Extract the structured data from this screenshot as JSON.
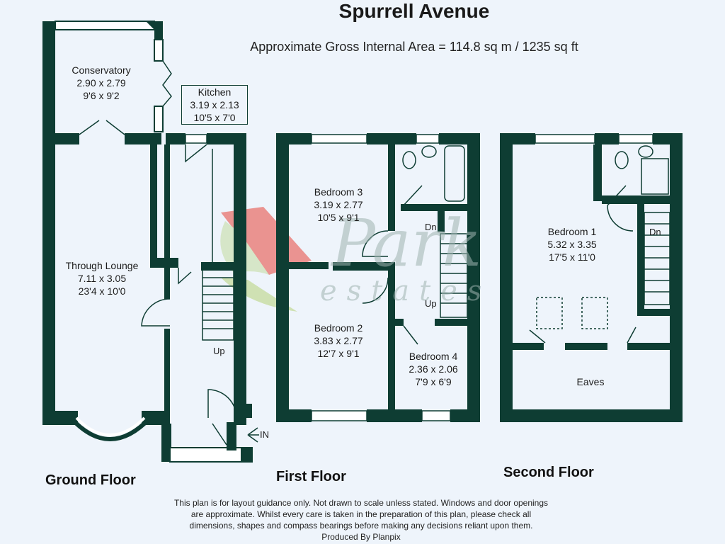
{
  "title": "Spurrell Avenue",
  "subtitle": "Approximate Gross Internal Area = 114.8 sq m / 1235 sq ft",
  "rooms": {
    "conservatory": {
      "name": "Conservatory",
      "metric": "2.90 x 2.79",
      "imperial": "9'6 x 9'2"
    },
    "kitchen": {
      "name": "Kitchen",
      "metric": "3.19 x 2.13",
      "imperial": "10'5 x 7'0"
    },
    "lounge": {
      "name": "Through Lounge",
      "metric": "7.11 x 3.05",
      "imperial": "23'4 x 10'0"
    },
    "bedroom3": {
      "name": "Bedroom 3",
      "metric": "3.19 x 2.77",
      "imperial": "10'5 x 9'1"
    },
    "bedroom2": {
      "name": "Bedroom 2",
      "metric": "3.83 x 2.77",
      "imperial": "12'7 x 9'1"
    },
    "bedroom4": {
      "name": "Bedroom 4",
      "metric": "2.36 x 2.06",
      "imperial": "7'9 x 6'9"
    },
    "bedroom1": {
      "name": "Bedroom 1",
      "metric": "5.32 x 3.35",
      "imperial": "17'5 x 11'0"
    },
    "eaves": {
      "name": "Eaves"
    }
  },
  "stair_labels": {
    "ground_up": "Up",
    "first_dn": "Dn",
    "first_up": "Up",
    "second_dn": "Dn"
  },
  "entrance_label": "IN",
  "floors": {
    "ground": "Ground Floor",
    "first": "First Floor",
    "second": "Second Floor"
  },
  "watermark": {
    "main": "Park",
    "sub": "estates"
  },
  "disclaimer": {
    "line1": "This plan is for layout guidance only. Not drawn to scale unless stated. Windows and door openings",
    "line2": "are approximate. Whilst every care is taken in the preparation of this plan, please check all",
    "line3": "dimensions, shapes and compass bearings before making any decisions reliant upon them.",
    "line4": "Produced By Planpix"
  },
  "colors": {
    "wall": "#0e3d33",
    "background": "#eef4fb",
    "window": "#ffffff"
  }
}
